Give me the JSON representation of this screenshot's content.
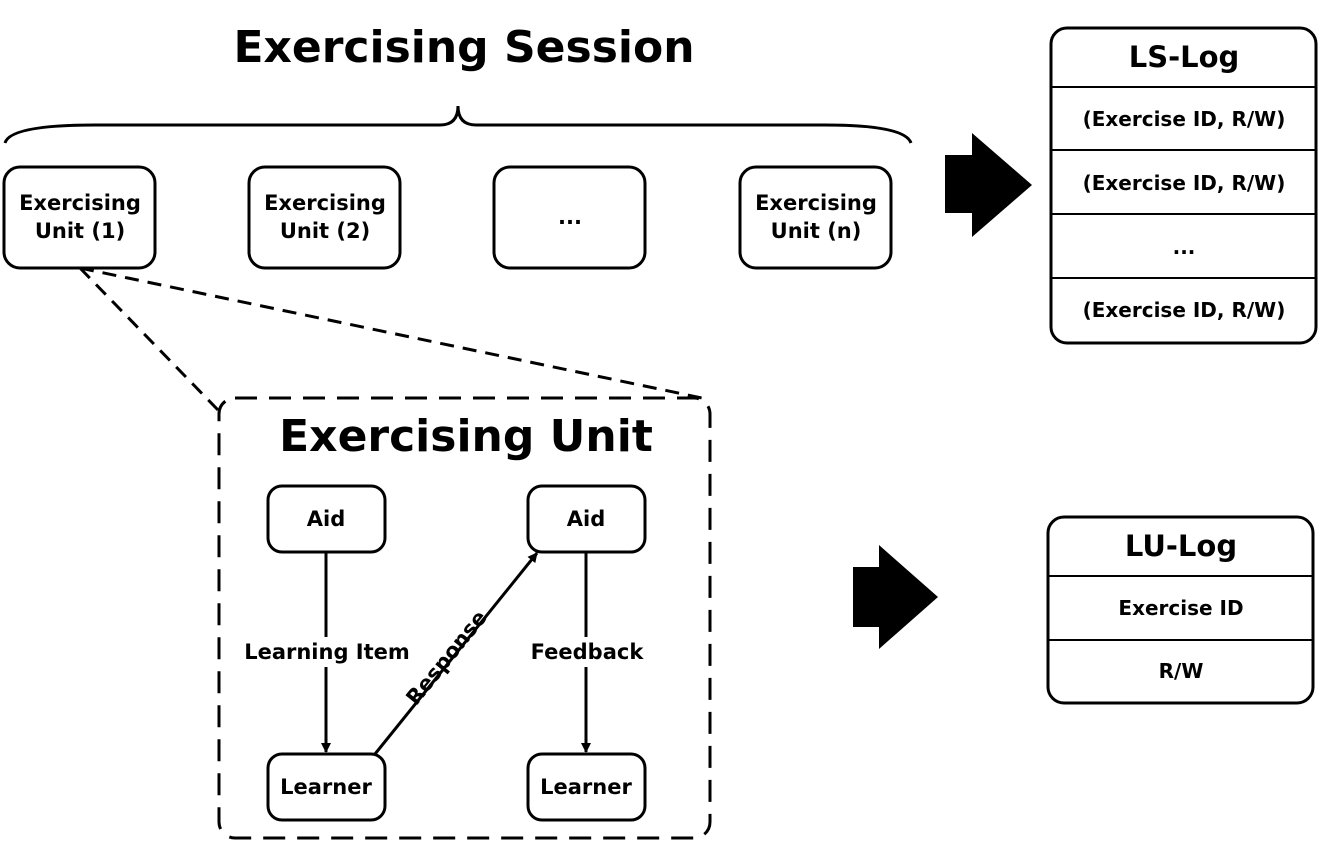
{
  "session": {
    "title": "Exercising Session",
    "units": [
      {
        "line1": "Exercising",
        "line2": "Unit (1)"
      },
      {
        "line1": "Exercising",
        "line2": "Unit (2)"
      },
      {
        "line1": "...",
        "line2": ""
      },
      {
        "line1": "Exercising",
        "line2": "Unit (n)"
      }
    ]
  },
  "ls_log": {
    "title": "LS-Log",
    "rows": [
      "(Exercise ID, R/W)",
      "(Exercise ID, R/W)",
      "...",
      "(Exercise ID, R/W)"
    ]
  },
  "unit_detail": {
    "title": "Exercising Unit",
    "aid_left": "Aid",
    "aid_right": "Aid",
    "learner_left": "Learner",
    "learner_right": "Learner",
    "edge_learning_item": "Learning Item",
    "edge_response": "Response",
    "edge_feedback": "Feedback"
  },
  "lu_log": {
    "title": "LU-Log",
    "rows": [
      "Exercise ID",
      "R/W"
    ]
  }
}
